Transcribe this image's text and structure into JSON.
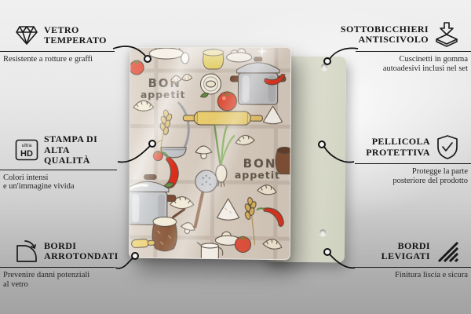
{
  "callouts": {
    "top_left": {
      "icon": "diamond-icon",
      "title1": "VETRO",
      "title2": "TEMPERATO",
      "desc1": "Resistente a rotture e graffi",
      "desc2": ""
    },
    "top_right": {
      "icon": "coaster-pad-icon",
      "title1": "SOTTOBICCHIERI",
      "title2": "ANTISCIVOLO",
      "desc1": "Cuscinetti in gomma",
      "desc2": "autoadesivi inclusi nel set"
    },
    "mid_left": {
      "icon": "ultra-hd-icon",
      "icon_text_small": "ultra",
      "icon_text_big": "HD",
      "title1": "STAMPA DI ALTA",
      "title2": "QUALITÀ",
      "desc1": "Colori intensi",
      "desc2": "e un'immagine vivida"
    },
    "mid_right": {
      "icon": "shield-check-icon",
      "title1": "PELLICOLA",
      "title2": "PROTETTIVA",
      "desc1": "Protegge la parte",
      "desc2": "posteriore del prodotto"
    },
    "bottom_left": {
      "icon": "rounded-corner-icon",
      "title1": "BORDI",
      "title2": "ARROTONDATI",
      "desc1": "Prevenire danni potenziali",
      "desc2": "al vetro"
    },
    "bottom_right": {
      "icon": "polished-edge-icon",
      "title1": "BORDI",
      "title2": "LEVIGATI",
      "desc1": "Finitura liscia e sicura",
      "desc2": ""
    }
  },
  "product": {
    "print_text_1": {
      "line1": "BON",
      "line2": "appetit"
    },
    "print_text_2": {
      "line1": "BON",
      "line2": "appetit"
    }
  },
  "colors": {
    "print_background": "#d9cec2",
    "back_panel": "#dcddcd",
    "callout_line": "#151515",
    "print_text": "#5e544a",
    "tomato_red": "#e2503a",
    "chili_red": "#dd2e1c",
    "pot_gray": "#bfc2c6",
    "rolling_pin_yellow": "#ecd06f",
    "herb_green": "#5f9140",
    "crock_brown": "#8a5a3c"
  }
}
